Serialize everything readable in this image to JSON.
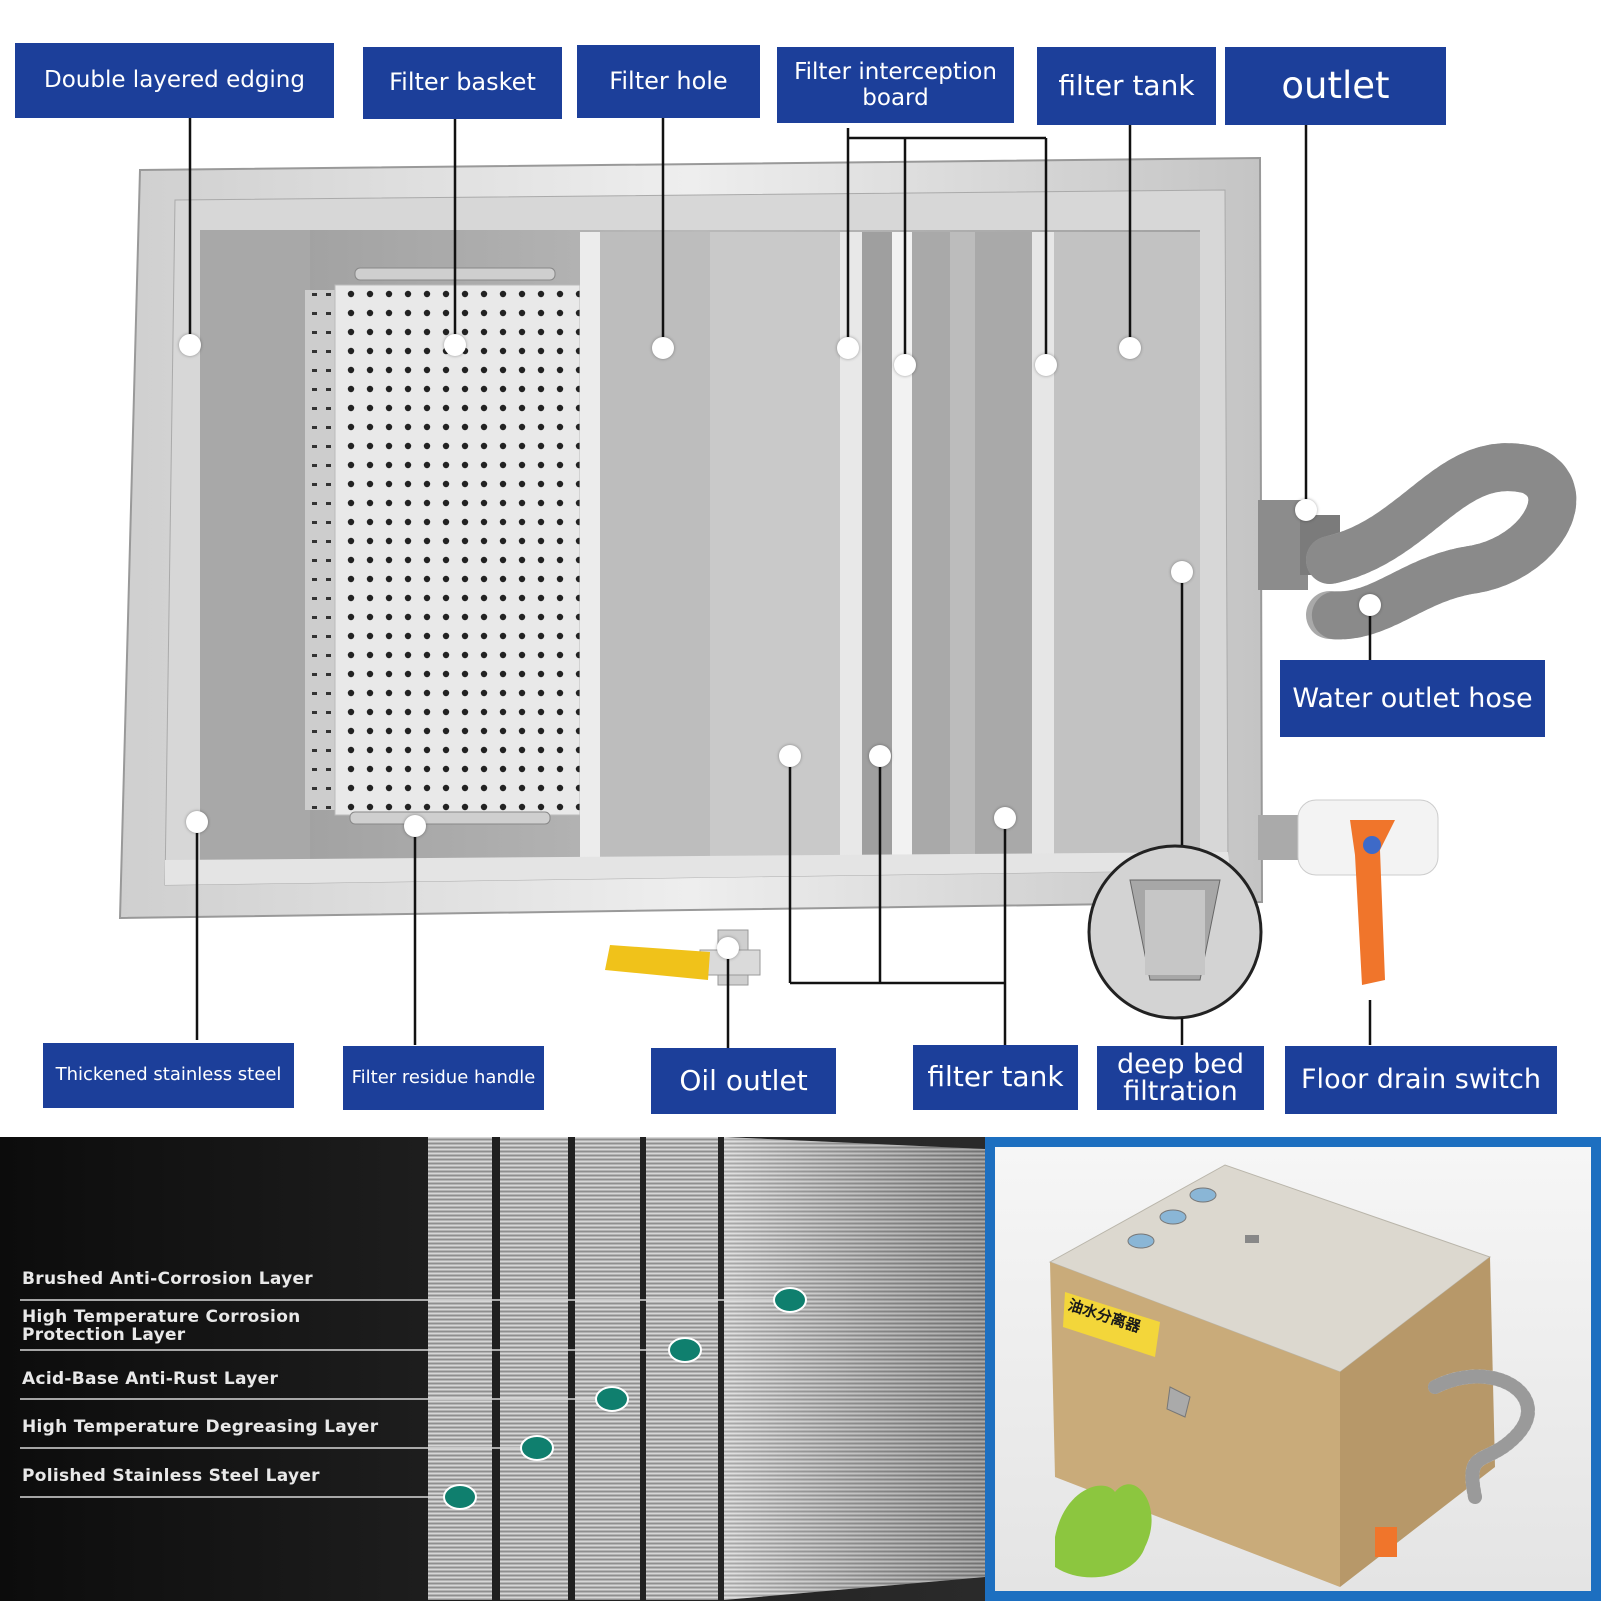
{
  "top_labels": {
    "double_layered_edging": "Double layered edging",
    "filter_basket": "Filter basket",
    "filter_hole": "Filter hole",
    "filter_interception_board": "Filter interception board",
    "filter_tank_top": "filter tank",
    "outlet": "outlet",
    "water_outlet_hose": "Water outlet hose",
    "thickened_stainless_steel": "Thickened stainless steel",
    "filter_residue_handle": "Filter residue handle",
    "oil_outlet": "Oil outlet",
    "filter_tank_bottom": "filter tank",
    "deep_bed_filtration": "deep bed filtration",
    "floor_drain_switch": "Floor drain switch"
  },
  "layers": [
    "Brushed Anti-Corrosion Layer",
    "High Temperature Corrosion Protection Layer",
    "Acid-Base Anti-Rust Layer",
    "High Temperature Degreasing Layer",
    "Polished Stainless Steel Layer"
  ],
  "product_sticker": "油水分离器",
  "colors": {
    "label_blue": "#1c3f9a",
    "marker_teal": "#0f7f6e",
    "frame_blue": "#1d6fc0"
  }
}
